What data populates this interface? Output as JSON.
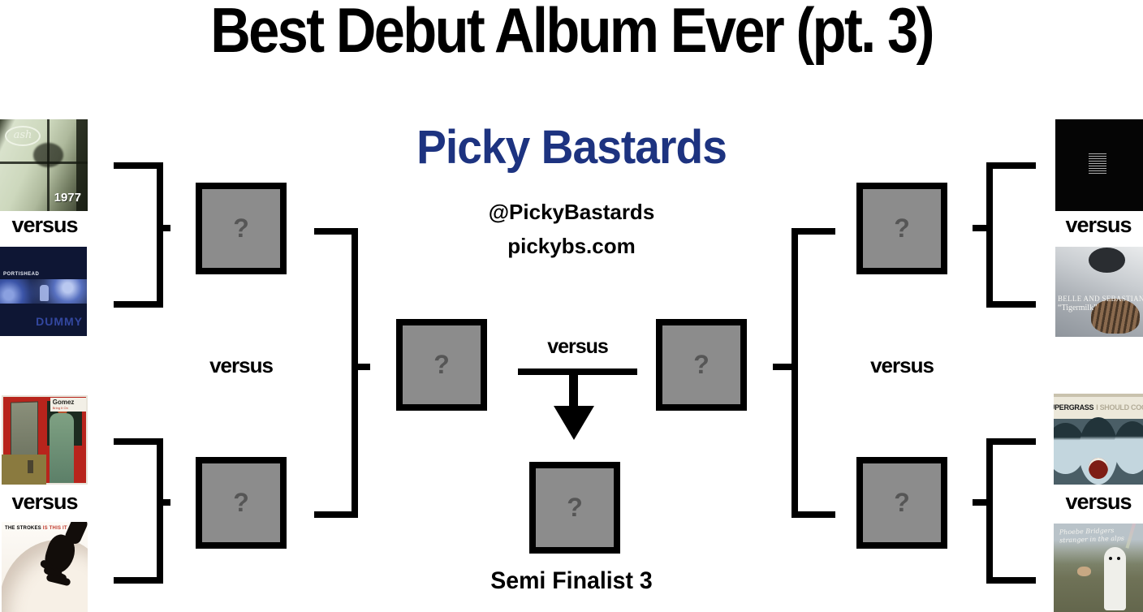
{
  "header": {
    "title": "Best Debut Album Ever (pt. 3)"
  },
  "brand": {
    "name": "Picky Bastards",
    "handle": "@PickyBastards",
    "website": "pickybs.com"
  },
  "bracket": {
    "versus_label": "versus",
    "unknown_placeholder": "?",
    "winner_caption": "Semi Finalist 3"
  },
  "albums": {
    "ash": {
      "logo": "ash",
      "year": "1977"
    },
    "portishead": {
      "artist": "PORTISHEAD",
      "title": "DUMMY"
    },
    "gomez": {
      "artist": "Gomez",
      "title": "Bring It On"
    },
    "strokes": {
      "artist": "THE STROKES",
      "title": "IS THIS IT"
    },
    "belle_and_sebastian": {
      "artist": "BELLE AND SEBASTIAN",
      "title": "“Tigermilk”"
    },
    "supergrass": {
      "artist": "SUPERGRASS",
      "title": "I SHOULD COCO"
    },
    "phoebe_bridgers": {
      "artist": "Phoebe Bridgers",
      "title": "stranger in the alps"
    }
  },
  "colors": {
    "background": "#ffffff",
    "brand_blue": "#1d3380",
    "line_black": "#000000",
    "box_fill": "#8c8c8c",
    "box_question": "#565656"
  }
}
